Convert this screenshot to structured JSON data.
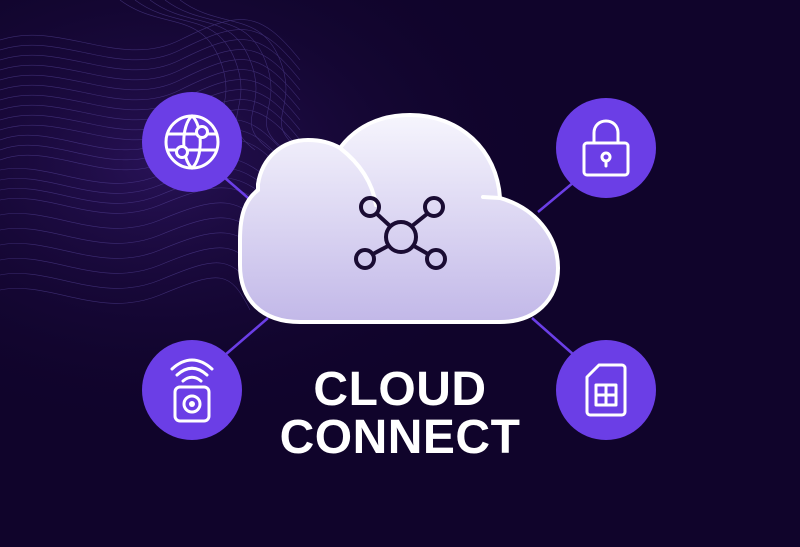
{
  "title": {
    "line1": "CLOUD",
    "line2": "CONNECT"
  },
  "center": {
    "shape": "cloud",
    "icon": "network-hub-icon"
  },
  "nodes": [
    {
      "position": "top-left",
      "icon": "globe-network-icon"
    },
    {
      "position": "top-right",
      "icon": "padlock-icon"
    },
    {
      "position": "bottom-left",
      "icon": "wireless-beacon-icon"
    },
    {
      "position": "bottom-right",
      "icon": "sim-card-icon"
    }
  ],
  "colors": {
    "background": "#10042b",
    "node": "#6b3ee6",
    "connector": "#6b3ee6",
    "cloud_top": "#f6f5fd",
    "cloud_bottom": "#c2b8e8",
    "cloud_outline": "#ffffff",
    "hub_icon": "#1a0c33",
    "text": "#ffffff"
  }
}
